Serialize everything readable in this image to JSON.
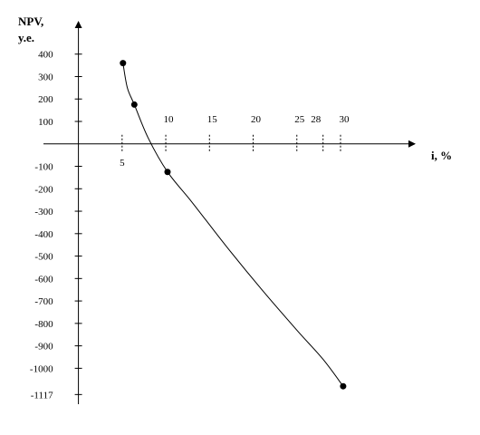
{
  "chart_data": {
    "type": "line",
    "title": "",
    "xlabel": "i, %",
    "ylabel_line1": "NPV,",
    "ylabel_line2": "y.e.",
    "x_ticks": [
      {
        "value": 5,
        "label": "5"
      },
      {
        "value": 10,
        "label": "10"
      },
      {
        "value": 15,
        "label": "15"
      },
      {
        "value": 20,
        "label": "20"
      },
      {
        "value": 25,
        "label": "25"
      },
      {
        "value": 28,
        "label": "28"
      },
      {
        "value": 30,
        "label": "30"
      }
    ],
    "y_ticks": [
      {
        "value": 400,
        "label": "400"
      },
      {
        "value": 300,
        "label": "300"
      },
      {
        "value": 200,
        "label": "200"
      },
      {
        "value": 100,
        "label": "100"
      },
      {
        "value": -100,
        "label": "-100"
      },
      {
        "value": -200,
        "label": "-200"
      },
      {
        "value": -300,
        "label": "-300"
      },
      {
        "value": -400,
        "label": "-400"
      },
      {
        "value": -500,
        "label": "-500"
      },
      {
        "value": -600,
        "label": "-600"
      },
      {
        "value": -700,
        "label": "-700"
      },
      {
        "value": -800,
        "label": "-800"
      },
      {
        "value": -900,
        "label": "-900"
      },
      {
        "value": -1000,
        "label": "-1000"
      },
      {
        "value": -1117,
        "label": "-1117"
      }
    ],
    "points": [
      {
        "x": 5.1,
        "y": 360
      },
      {
        "x": 6.4,
        "y": 175
      },
      {
        "x": 10.2,
        "y": -125
      },
      {
        "x": 30.3,
        "y": -1080
      }
    ],
    "curve": [
      {
        "x": 5.1,
        "y": 360
      },
      {
        "x": 5.6,
        "y": 250
      },
      {
        "x": 6.4,
        "y": 175
      },
      {
        "x": 8.0,
        "y": 25
      },
      {
        "x": 10.2,
        "y": -125
      },
      {
        "x": 13,
        "y": -260
      },
      {
        "x": 17,
        "y": -460
      },
      {
        "x": 21,
        "y": -650
      },
      {
        "x": 25,
        "y": -830
      },
      {
        "x": 28,
        "y": -960
      },
      {
        "x": 30.3,
        "y": -1080
      }
    ],
    "xlim": [
      -4,
      38.5
    ],
    "ylim": [
      -1160,
      520
    ],
    "grid": false,
    "legend": "none"
  }
}
